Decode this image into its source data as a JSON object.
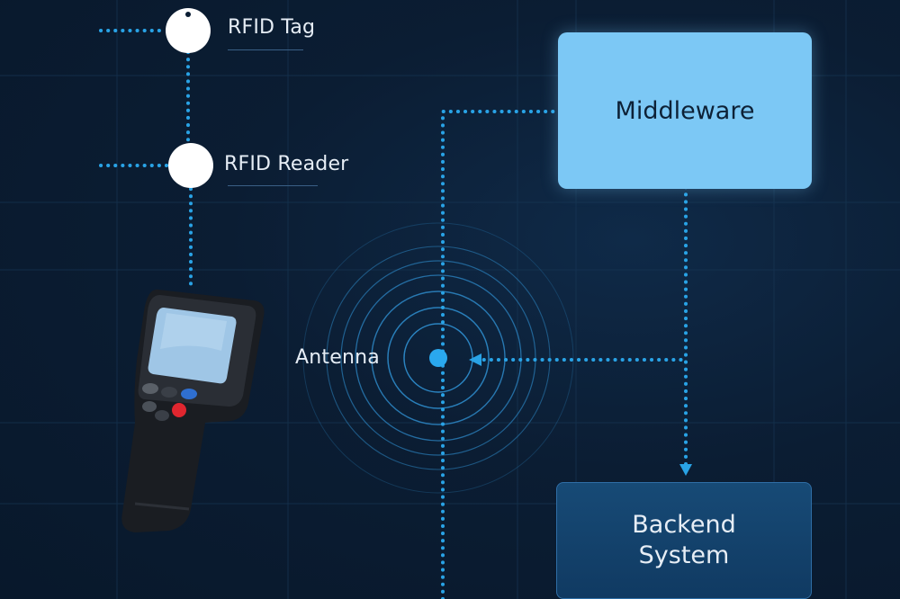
{
  "labels": {
    "rfid_tag": "RFID Tag",
    "rfid_reader": "RFID Reader",
    "antenna": "Antenna",
    "middleware": "Middleware",
    "backend_line1": "Backend",
    "backend_line2": "System"
  },
  "colors": {
    "background": "#0b1d33",
    "grid": "#173654",
    "connector": "#29a3e6",
    "antenna_dot": "#2aa8ee",
    "rings": "#2f8fd0",
    "middleware_box": "#7cc8f5",
    "backend_box": "#123e66",
    "node": "#ffffff",
    "reader_body": "#1a1d22",
    "reader_screen": "#9fc6e6",
    "reader_button_red": "#e0262f",
    "reader_button_blue": "#2f6fd0"
  },
  "icons": [
    "rfid-tag-node-icon",
    "rfid-reader-node-icon",
    "handheld-rfid-reader-icon",
    "antenna-signal-icon",
    "arrow-head-icon"
  ]
}
